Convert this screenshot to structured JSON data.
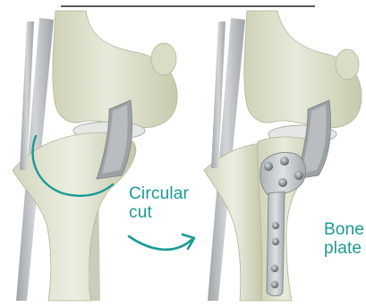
{
  "figure": {
    "labels": {
      "cut_line1": "Circular",
      "cut_line2": "cut",
      "plate_line1": "Bone",
      "plate_line2": "plate"
    },
    "colors": {
      "annotation": "#1a9a92",
      "bone": "#dfe1cb",
      "bone_shadow": "#b9bca0",
      "ligament": "#b6babd",
      "meniscus": "#e6e9e4",
      "plate": "#c4c9cc",
      "screw": "#6f7478",
      "background": "#ffffff",
      "rule": "#222222"
    },
    "icons": {
      "arrow": "curved-arrow-icon"
    },
    "panels": [
      "before-osteotomy",
      "after-plating"
    ]
  }
}
